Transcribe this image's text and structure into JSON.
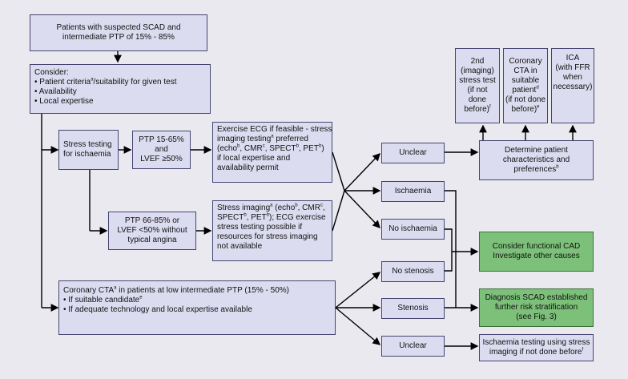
{
  "nodes": {
    "start": [
      "Patients with suspected SCAD and",
      "intermediate PTP of 15% - 85%"
    ],
    "consider_title": "Consider:",
    "consider_items": [
      [
        "Patient criteria",
        "a",
        "/suitability for given test"
      ],
      [
        "Availability",
        "",
        ""
      ],
      [
        "Local expertise",
        "",
        ""
      ]
    ],
    "stress_testing": [
      "Stress testing",
      "for ischaemia"
    ],
    "ptp_low": [
      "PTP 15-65%",
      "and",
      "LVEF ≥50%"
    ],
    "ptp_high": [
      "PTP 66-85% or",
      "LVEF <50% without",
      "typical angina"
    ],
    "exercise_ecg": {
      "l1": "Exercise ECG if feasible - stress",
      "l2a": "imaging testing",
      "l2s": "a",
      "l2b": " preferred",
      "l3a": "(echo",
      "l3s1": "b",
      "l3b": ", CMR",
      "l3s2": "c",
      "l3c": ", SPECT",
      "l3s3": "b",
      "l3d": ", PET",
      "l3s4": "b",
      "l3e": ")",
      "l4": "if local expertise and",
      "l5": "availability permit"
    },
    "stress_imaging": {
      "l1a": "Stress imaging",
      "l1s1": "a",
      "l1b": " (echo",
      "l1s2": "b",
      "l1c": ", CMR",
      "l1s3": "c",
      "l1d": ",",
      "l2a": "SPECT",
      "l2s1": "b",
      "l2b": ", PET",
      "l2s2": "b",
      "l2c": "); ECG exercise",
      "l3": "stress testing possible if",
      "l4": "resources for stress imaging",
      "l5": "not available"
    },
    "cta": {
      "l1a": "Coronary CTA",
      "l1s": "a",
      "l1b": " in patients at low intermediate PTP (15% - 50%)",
      "l2a": "If suitable candidate",
      "l2s": "e",
      "l3": "If adequate technology and local expertise available"
    },
    "unclear_top": "Unclear",
    "ischaemia": "Ischaemia",
    "no_ischaemia": "No ischaemia",
    "no_stenosis": "No stenosis",
    "stenosis": "Stenosis",
    "unclear_bottom": "Unclear",
    "determine": {
      "l1": "Determine patient",
      "l2": "characteristics and",
      "l3a": "preferences",
      "l3s": "b"
    },
    "second_test": {
      "l1": "2nd",
      "l2": "(imaging)",
      "l3": "stress test",
      "l4": "(if not",
      "l5a": "done",
      "l6a": "before)",
      "l6s": "f"
    },
    "coronary_cta": {
      "l1": "Coronary",
      "l2": "CTA in",
      "l3": "suitable",
      "l4a": "patient",
      "l4s": "d",
      "l5": "(if not done",
      "l6a": "before)",
      "l6s": "e"
    },
    "ica": {
      "l1": "ICA",
      "l2": "(with FFR",
      "l3": "when",
      "l4": "necessary)"
    },
    "functional_cad": [
      "Consider functional CAD",
      "Investigate other causes"
    ],
    "diagnosis": [
      "Diagnosis SCAD established",
      "further risk stratification",
      "(see Fig. 3)"
    ],
    "ischaemia_testing": {
      "l1": "Ischaemia testing using stress",
      "l2a": "imaging if not done before",
      "l2s": "f"
    }
  },
  "colors": {
    "box_fill": "#dcdcf0",
    "box_border": "#454570",
    "result_green": "#7dc07a",
    "background": "#e9e9ef",
    "arrow": "#000000"
  }
}
